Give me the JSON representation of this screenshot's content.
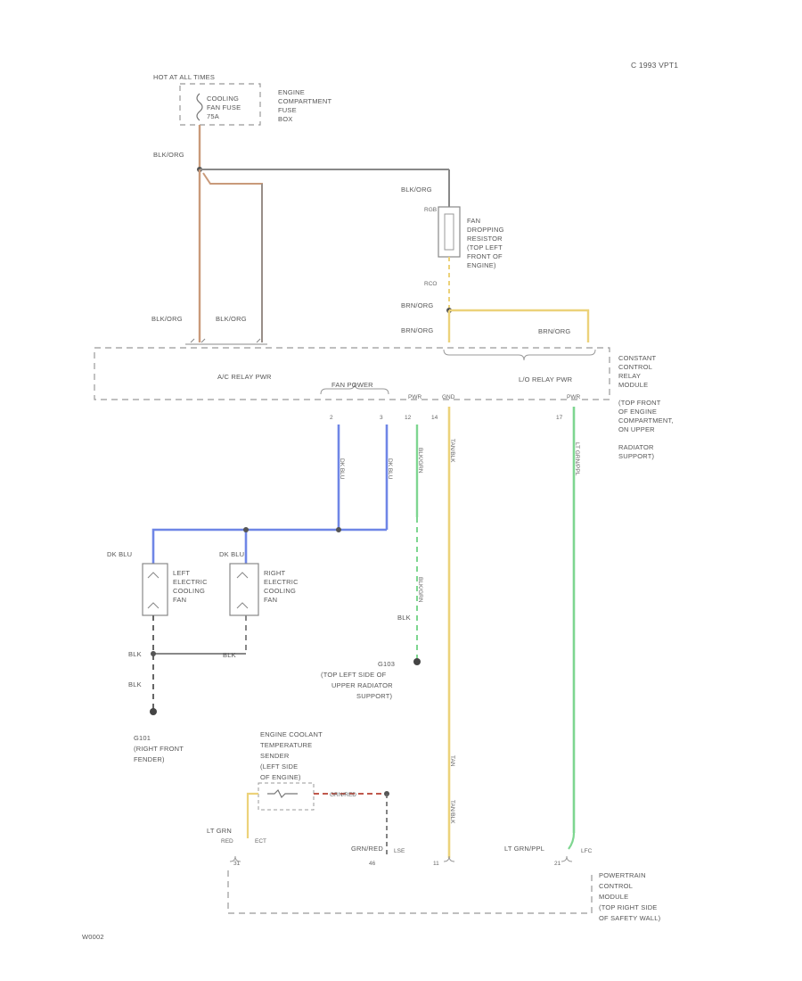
{
  "diagram": {
    "year_tag": "C 1993 VPT1",
    "corner_code": "W0002",
    "colors": {
      "wire_dark": "#666666",
      "wire_tan": "#c99a7a",
      "wire_blue": "#6f86e6",
      "wire_yellow": "#ecd27a",
      "wire_green": "#7ed690",
      "wire_red": "#c0584c",
      "box_outline": "#999999"
    },
    "top": {
      "hot_at_all_times": "HOT AT ALL TIMES",
      "fuse_lines": [
        "COOLING",
        "FAN FUSE",
        "75A"
      ],
      "engine_box_lines": [
        "ENGINE",
        "COMPARTMENT",
        "FUSE",
        "BOX"
      ],
      "wire_blk_org_1": "BLK/ORG",
      "wire_blk_org_2": "BLK/ORG",
      "wire_blk_org_3": "BLK/ORG",
      "wire_blk_org_4": "BLK/ORG",
      "resistor_lines": [
        "FAN",
        "DROPPING",
        "RESISTOR",
        "(TOP LEFT",
        "FRONT OF",
        "ENGINE)"
      ],
      "resistor_left_top": "RGB",
      "resistor_left_bottom": "RCO",
      "wire_brn_org_1": "BRN/ORG",
      "wire_brn_org_2": "BRN/ORG",
      "wire_brn_org_3": "BRN/ORG"
    },
    "module": {
      "ac_relay": "A/C RELAY PWR",
      "lo_relay": "L/O RELAY PWR",
      "fan_power": "FAN POWER",
      "pins": [
        "2",
        "3",
        "12",
        "14",
        "17"
      ],
      "small_labels": [
        "PWR",
        "GND",
        "PWR"
      ],
      "ccrm_lines": [
        "CONSTANT",
        "CONTROL",
        "RELAY",
        "MODULE",
        "(TOP FRONT",
        "OF ENGINE",
        "COMPARTMENT,",
        "ON UPPER",
        "RADIATOR",
        "SUPPORT)"
      ]
    },
    "wires": {
      "wire_blu_1": "DK BLU",
      "wire_blu_2": "DK BLU",
      "wire_blk_grn": "BLK/GRN",
      "wire_tan_blk": "TAN/BLK",
      "wire_lt_grn_ppl": "LT GRN/PPL",
      "wire_blk_grn_lower": "BLK/GRN",
      "wire_blk": "BLK"
    },
    "fans": {
      "left_wire": "DK BLU",
      "right_wire": "DK BLU",
      "left_lines": [
        "LEFT",
        "ELECTRIC",
        "COOLING",
        "FAN"
      ],
      "right_lines": [
        "RIGHT",
        "ELECTRIC",
        "COOLING",
        "FAN"
      ],
      "blk_1": "BLK",
      "blk_2": "BLK",
      "blk_3": "BLK"
    },
    "grounds": {
      "g103_lines": [
        "G103",
        "(TOP LEFT SIDE OF",
        "UPPER RADIATOR",
        "SUPPORT)"
      ],
      "g101_lines": [
        "G101",
        "(RIGHT FRONT",
        "FENDER)"
      ]
    },
    "sensor": {
      "lines": [
        "ENGINE COOLANT",
        "TEMPERATURE",
        "SENDER",
        "(LEFT SIDE",
        "OF ENGINE)"
      ],
      "wire_grn_red": "GRN/RED",
      "wire_lt_grn": "LT GRN",
      "wire_red": "RED",
      "wire_tan": "TAN",
      "wire_tan_blk": "TAN/BLK"
    },
    "pcm": {
      "lt_grn_lbl": "LT GRN",
      "grn_red_lbl": "GRN/RED",
      "lt_grn_ppl_lbl": "LT GRN/PPL",
      "pins": [
        "31",
        "46",
        "11",
        "21"
      ],
      "small": [
        "ECT",
        "LSE",
        "LFC"
      ],
      "lines": [
        "POWERTRAIN",
        "CONTROL",
        "MODULE",
        "(TOP RIGHT SIDE",
        "OF SAFETY WALL)"
      ]
    }
  }
}
